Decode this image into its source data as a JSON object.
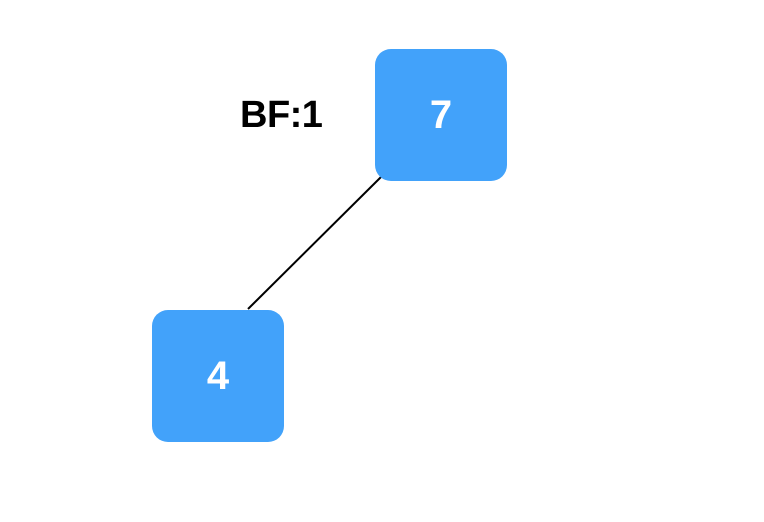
{
  "diagram": {
    "type": "binary-tree",
    "node_color": "#42A2FA",
    "node_text_color": "#FFFFFF",
    "edge_color": "#000000",
    "nodes": [
      {
        "id": "root",
        "value": "7"
      },
      {
        "id": "left-child",
        "value": "4"
      }
    ],
    "edges": [
      {
        "from": "root",
        "to": "left-child"
      }
    ],
    "annotations": {
      "balance_factor": "BF:1"
    }
  }
}
